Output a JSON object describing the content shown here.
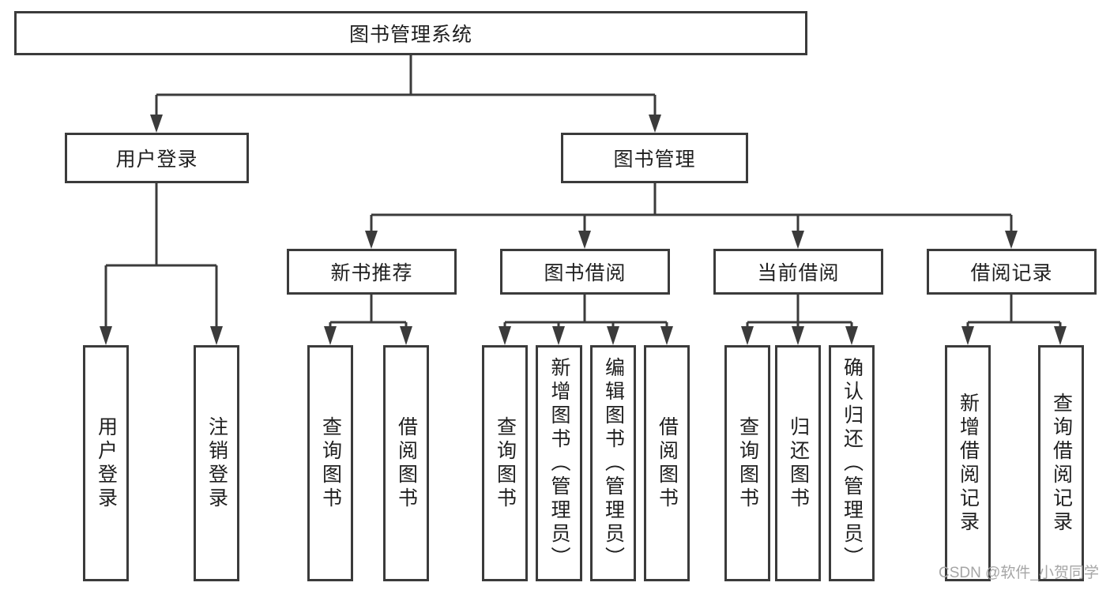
{
  "diagram_title": "图书管理系统",
  "tree": {
    "root": {
      "label": "图书管理系统",
      "children": [
        {
          "label": "用户登录",
          "children": [
            {
              "label": "用户登录"
            },
            {
              "label": "注销登录"
            }
          ]
        },
        {
          "label": "图书管理",
          "children": [
            {
              "label": "新书推荐",
              "children": [
                {
                  "label": "查询图书"
                },
                {
                  "label": "借阅图书"
                }
              ]
            },
            {
              "label": "图书借阅",
              "children": [
                {
                  "label": "查询图书"
                },
                {
                  "label": "新增图书（管理员）"
                },
                {
                  "label": "编辑图书（管理员）"
                },
                {
                  "label": "借阅图书"
                }
              ]
            },
            {
              "label": "当前借阅",
              "children": [
                {
                  "label": "查询图书"
                },
                {
                  "label": "归还图书"
                },
                {
                  "label": "确认归还（管理员）"
                }
              ]
            },
            {
              "label": "借阅记录",
              "children": [
                {
                  "label": "新增借阅记录"
                },
                {
                  "label": "查询借阅记录"
                }
              ]
            }
          ]
        }
      ]
    }
  },
  "watermark": "CSDN @软件_小贺同学",
  "colors": {
    "line": "#3b3b3b",
    "text": "#1f1f1f",
    "watermark": "#a6a6a6",
    "background": "#ffffff"
  }
}
